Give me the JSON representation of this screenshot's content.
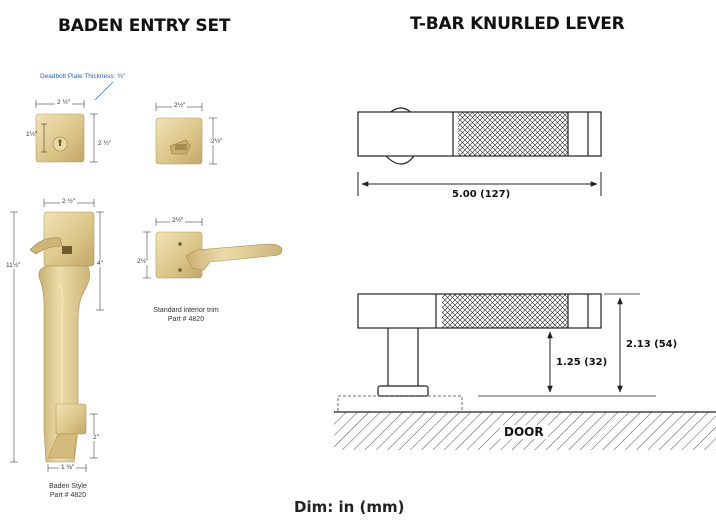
{
  "left": {
    "title": "BADEN ENTRY SET",
    "deadbolt_note": "Deadbolt Plate Thickness: ⅜\"",
    "deadbolt": {
      "width_label": "2 ½\"",
      "height_label": "2 ½\"",
      "hole_label": "1½\""
    },
    "thumb_turn": {
      "width_label": "2½\"",
      "height_label": "2½\""
    },
    "handleset": {
      "width_label": "2 ½\"",
      "overall_height_label": "11½\"",
      "mid_label": "4\"",
      "bottom_label": "2\"",
      "base_label": "1 ⅜\""
    },
    "interior": {
      "width_label": "2½\"",
      "height_label": "2½\"",
      "caption_line1": "Standard interior trim",
      "caption_line2": "Part # 4820"
    },
    "caption": {
      "line1": "Baden Style",
      "line2": "Part # 4820"
    }
  },
  "right": {
    "title": "T-BAR KNURLED LEVER",
    "length_label": "5.00 (127)",
    "height_label": "2.13 (54)",
    "post_label": "1.25 (32)",
    "door_label": "DOOR"
  },
  "footer": "Dim: in (mm)",
  "colors": {
    "brass_light": "#ead9a4",
    "brass_mid": "#d9c286",
    "brass_dark": "#bda261",
    "line": "#222222"
  }
}
